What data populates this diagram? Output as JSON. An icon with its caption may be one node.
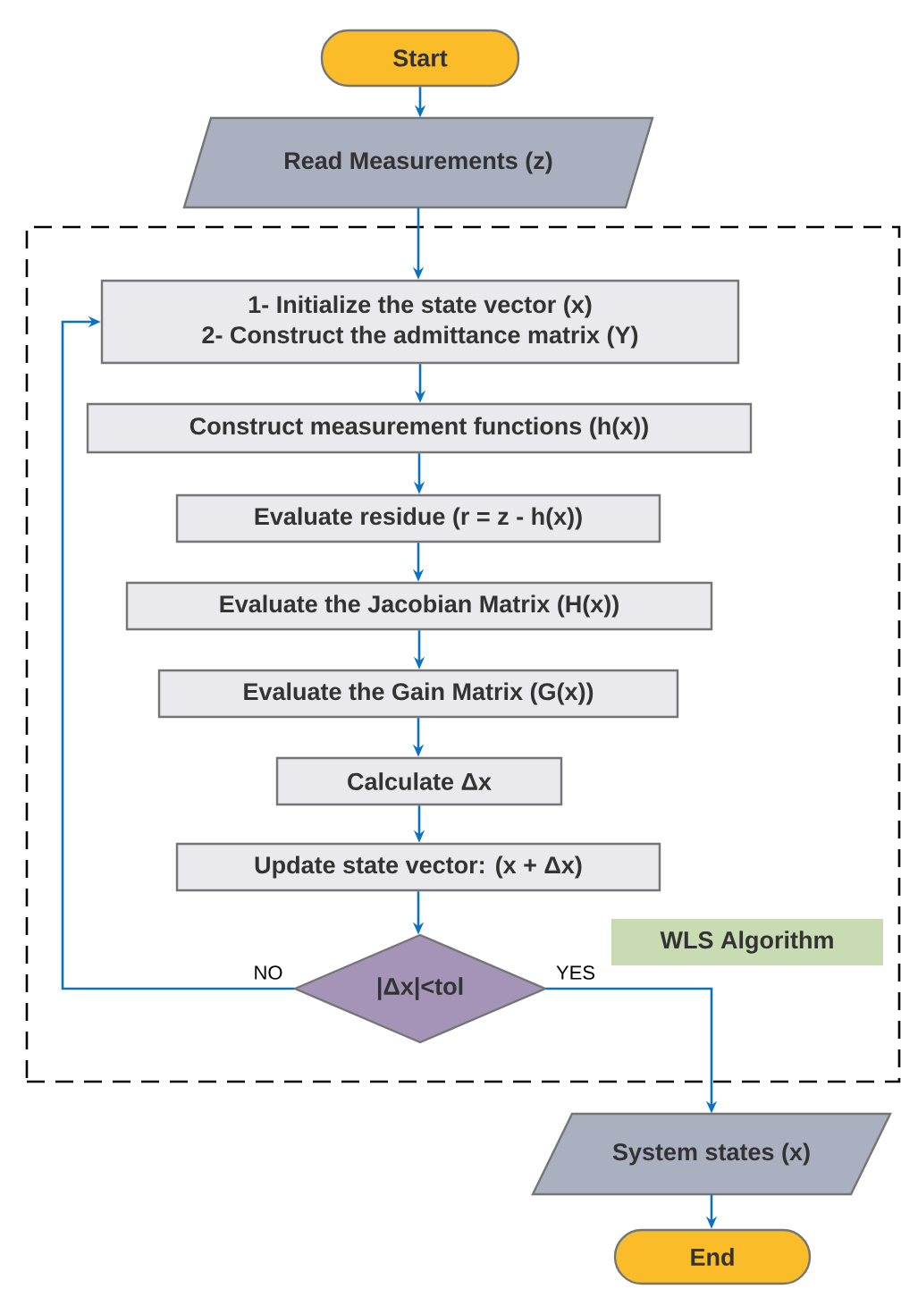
{
  "diagram": {
    "nodes": [
      {
        "text": [
          "Start"
        ]
      },
      {
        "text": [
          "Read Measurements (z)"
        ]
      },
      {
        "text": [],
        "shape": "box"
      },
      {
        "text": [
          "1- Initialize the state vector (x)",
          "2- Construct the admittance matrix (Y)"
        ],
        "in": 2
      },
      {
        "text": [
          "Construct measurement functions (h(x))"
        ],
        "in": 2
      },
      {
        "text": [
          "Evaluate residue (r = z - h(x))"
        ],
        "in": 2
      },
      {
        "text": [
          "Evaluate the Jacobian Matrix (H(x))"
        ],
        "in": 2
      },
      {
        "text": [
          "Evaluate the Gain Matrix (G(x))"
        ],
        "in": 2
      },
      {
        "text": [
          "Calculate Δx"
        ],
        "in": 2
      },
      {
        "text": [
          "Update state vector:  (x + Δx)"
        ],
        "in": 2
      },
      {
        "text": [
          "|Δx|<tol"
        ],
        "in": 2
      },
      {
        "text": [
          "WLS Algorithm"
        ],
        "in": 2
      },
      {
        "text": [
          "System states (x)"
        ]
      },
      {
        "text": [
          "End"
        ]
      }
    ],
    "edges": [
      {
        "from": 0,
        "to": 1,
        "arrow": "to"
      },
      {
        "from": 1,
        "to": 3,
        "arrow": "to"
      },
      {
        "from": 3,
        "to": 4,
        "arrow": "to"
      },
      {
        "from": 4,
        "to": 5,
        "arrow": "to"
      },
      {
        "from": 5,
        "to": 6,
        "arrow": "to"
      },
      {
        "from": 6,
        "to": 7,
        "arrow": "to"
      },
      {
        "from": 7,
        "to": 8,
        "arrow": "to"
      },
      {
        "from": 8,
        "to": 9,
        "arrow": "to"
      },
      {
        "from": 9,
        "to": 10,
        "arrow": "to"
      },
      {
        "from": 10,
        "to": 3,
        "arrow": "to",
        "label": "NO"
      },
      {
        "from": 10,
        "to": 12,
        "arrow": "to",
        "label": "YES"
      },
      {
        "from": 12,
        "to": 13,
        "arrow": "to"
      }
    ]
  }
}
